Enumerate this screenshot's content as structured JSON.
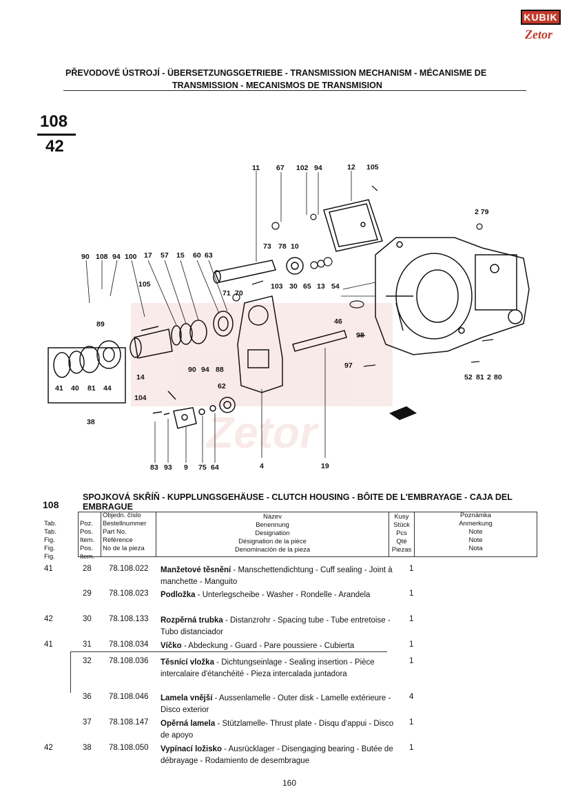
{
  "logo": {
    "top_text": "KUBIK",
    "bottom_text": "Zetor"
  },
  "header": {
    "title_line1": "PŘEVODOVÉ ÚSTROJÍ - ÜBERSETZUNGSGETRIEBE - TRANSMISSION MECHANISM - MÉCANISME DE",
    "title_line2": "TRANSMISSION - MECANISMOS DE TRANSMISION"
  },
  "page_number": {
    "top": "108",
    "bottom": "42"
  },
  "diagram": {
    "callouts": [
      "11",
      "67",
      "102",
      "94",
      "12",
      "105",
      "2",
      "79",
      "73",
      "78",
      "10",
      "103",
      "30",
      "65",
      "13",
      "54",
      "71",
      "70",
      "90",
      "108",
      "94",
      "100",
      "17",
      "57",
      "15",
      "60",
      "63",
      "105",
      "89",
      "46",
      "98",
      "97",
      "52",
      "81",
      "2",
      "80",
      "14",
      "90",
      "94",
      "88",
      "41",
      "40",
      "81",
      "44",
      "62",
      "104",
      "38",
      "83",
      "93",
      "9",
      "75",
      "64",
      "4",
      "19"
    ]
  },
  "section": {
    "number": "108",
    "title": "SPOJKOVÁ SKŘÍŇ - KUPPLUNGSGEHÄUSE - CLUTCH HOUSING - BÔITE DE L'EMBRAYAGE - CAJA DEL EMBRAGUE"
  },
  "columns": {
    "tab": [
      "Tab.",
      "Tab.",
      "Fig.",
      "Fig.",
      "Fig."
    ],
    "poz": [
      "Poz.",
      "Pos.",
      "Item.",
      "Pos.",
      "Item."
    ],
    "part": [
      "Objedn. číslo",
      "Bestellnummer",
      "Part No.",
      "Référence",
      "No de la pieza"
    ],
    "name": [
      "Název",
      "Benennung",
      "Designation",
      "Désignation de la pièce",
      "Denominación de la pieza"
    ],
    "qty": [
      "Kusy",
      "Stück",
      "Pcs",
      "Qté",
      "Piezas"
    ],
    "note": [
      "Poznámka",
      "Anmerkung",
      "Note",
      "Note",
      "Nota"
    ]
  },
  "rows": [
    {
      "tab": "41",
      "poz": "28",
      "part": "78.108.022",
      "name_bold": "Manžetové těsnění",
      "name_rest": " - Manschettendichtung - Cuff sealing - Joint à manchette - Manguito",
      "qty": "1"
    },
    {
      "tab": "",
      "poz": "29",
      "part": "78.108.023",
      "name_bold": "Podložka",
      "name_rest": " - Unterlegscheibe - Washer - Rondelle - Arandela",
      "qty": "1"
    },
    {
      "tab": "42",
      "poz": "30",
      "part": "78.108.133",
      "name_bold": "Rozpěrná trubka",
      "name_rest": " - Distanzrohr - Spacing tube - Tube entretoise - Tubo distanciador",
      "qty": "1"
    },
    {
      "tab": "41",
      "poz": "31",
      "part": "78.108.034",
      "name_bold": "Víčko",
      "name_rest": " - Abdeckung - Guard - Pare poussiere - Cubierta",
      "qty": "1"
    },
    {
      "tab": "",
      "poz": "32",
      "part": "78.108.036",
      "name_bold": "Těsnící vložka",
      "name_rest": " - Dichtungseinlage - Sealing insertion - Pièce intercalaire d'étanchéité - Pieza intercalada juntadora",
      "qty": "1"
    },
    {
      "tab": "",
      "poz": "36",
      "part": "78.108.046",
      "name_bold": "Lamela vnější",
      "name_rest": " - Aussenlamelle - Outer disk - Lamelle extérieure - Disco exterior",
      "qty": "4"
    },
    {
      "tab": "",
      "poz": "37",
      "part": "78.108.147",
      "name_bold": "Opěrná lamela",
      "name_rest": " - Stützlamelle- Thrust plate - Disqu d'appui - Disco de apoyo",
      "qty": "1"
    },
    {
      "tab": "42",
      "poz": "38",
      "part": "78.108.050",
      "name_bold": "Vypínací ložisko",
      "name_rest": " - Ausrücklager - Disengaging bearing - Butée de débrayage - Rodamiento de desembrague",
      "qty": "1"
    }
  ],
  "footer": {
    "page": "160"
  }
}
